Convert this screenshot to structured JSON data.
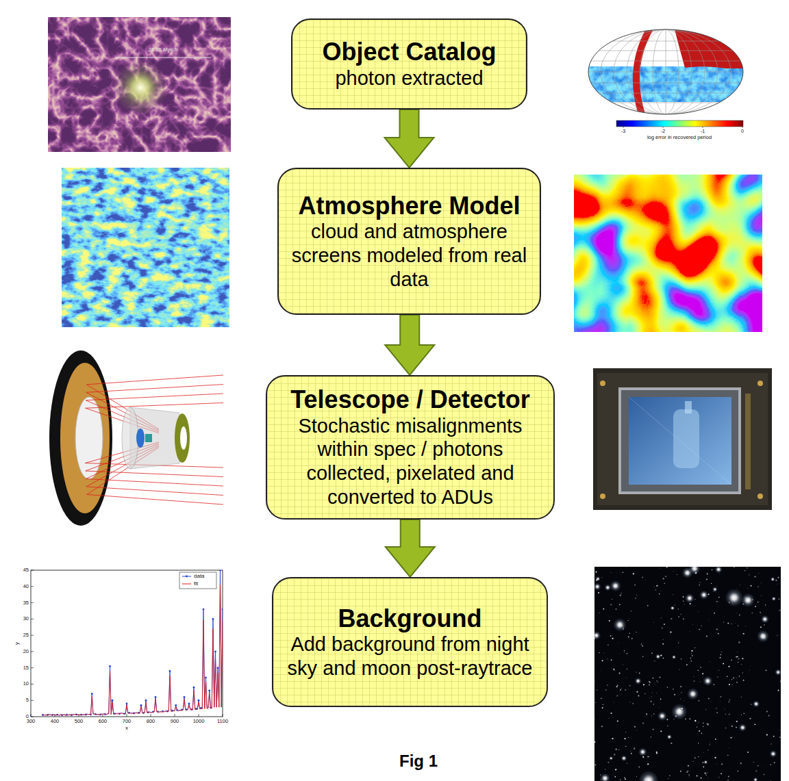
{
  "diagram": {
    "caption": "Fig 1",
    "nodes": [
      {
        "text": [
          "Object Catalog",
          "photon extracted"
        ]
      },
      {
        "text": [
          "Atmosphere Model",
          "cloud and atmosphere screens modeled from real data"
        ]
      },
      {
        "text": [
          "Telescope / Detector",
          "Stochastic misalignments within spec / photons collected, pixelated and converted to ADUs"
        ]
      },
      {
        "text": [
          "Background",
          "Add background from night sky and moon post-raytrace"
        ]
      }
    ],
    "edges": [
      {
        "from": 0,
        "to": 1,
        "arrow": "to"
      },
      {
        "from": 1,
        "to": 2,
        "arrow": "to"
      },
      {
        "from": 2,
        "to": 3,
        "arrow": "to"
      }
    ],
    "labels": [
      "31.25 Mpc/h",
      "-3",
      "-2",
      "-1",
      "0",
      "log error in recovered period",
      "0",
      "5",
      "10",
      "15",
      "20",
      "25",
      "30",
      "35",
      "40",
      "45",
      "300",
      "400",
      "500",
      "600",
      "700",
      "800",
      "900",
      "1000",
      "1100",
      "x",
      "y"
    ],
    "legend": [
      {
        "text": "data"
      },
      {
        "text": "fit"
      }
    ]
  }
}
